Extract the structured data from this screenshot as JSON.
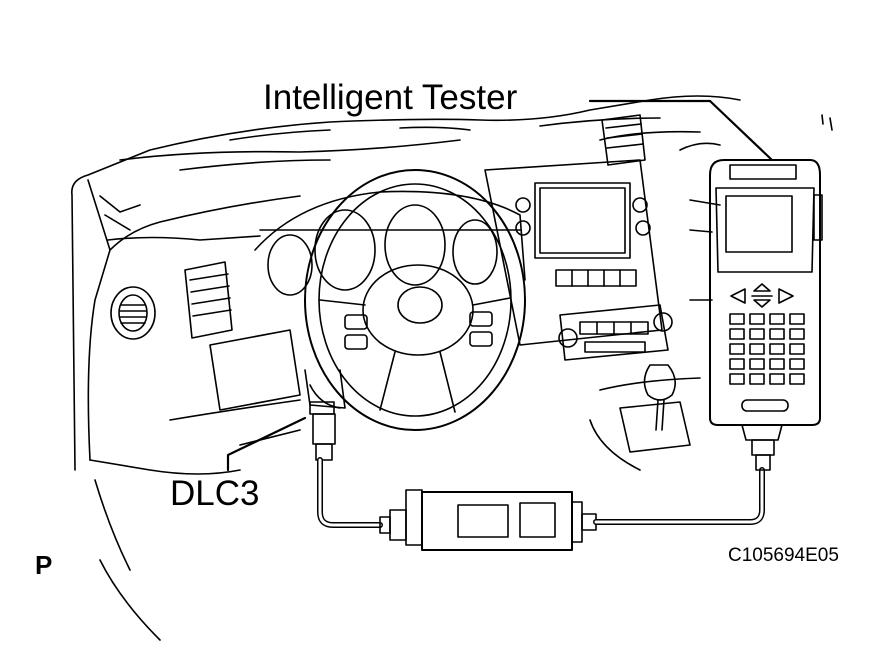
{
  "labels": {
    "tester": "Intelligent Tester",
    "dlc3": "DLC3",
    "view_marker": "P",
    "figure_code": "C105694E05"
  },
  "colors": {
    "line": "#000000",
    "background": "#ffffff"
  },
  "icons": {
    "left_arrow_key": "triangle-left",
    "right_arrow_key": "triangle-right",
    "up_down_keys": "triangle-up-down"
  }
}
